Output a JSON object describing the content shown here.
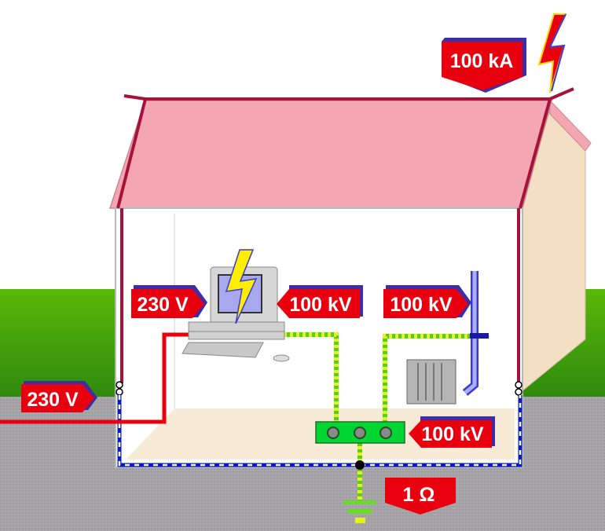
{
  "title": "Lightning strike potential differences in a building",
  "labels": {
    "strike_current": "100 kA",
    "computer_supply": "230 V",
    "computer_surge": "100 kV",
    "pipe_surge": "100 kV",
    "incoming_supply": "230 V",
    "bonding_bar_surge": "100 kV",
    "earth_resistance": "1 Ω"
  },
  "colors": {
    "tag_red": "#e8000f",
    "tag_shadow": "#3b2ea8",
    "roof": "#f4a7b2",
    "conductor": "#a5123a",
    "ground_green": "#3f9b10",
    "ground_gray": "#a8a4a8",
    "bonding_green": "#00d632",
    "ring_blue": "#0a19c8"
  }
}
